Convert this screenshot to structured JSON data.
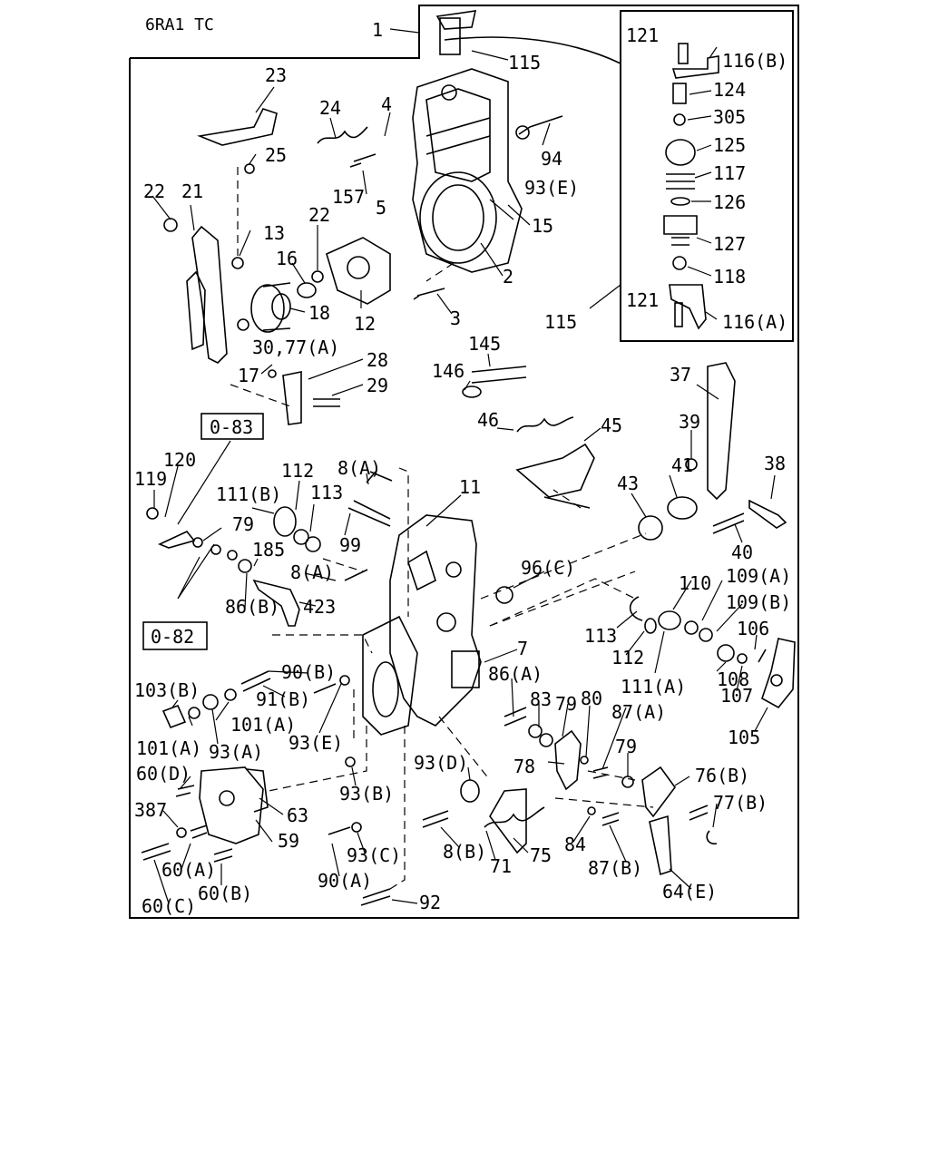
{
  "header": {
    "model": "6RA1 TC"
  },
  "references": [
    {
      "id": "ref-0-83",
      "text": "0-83"
    },
    {
      "id": "ref-0-82",
      "text": "0-82"
    }
  ],
  "callouts": {
    "upper": [
      "1",
      "115",
      "23",
      "24",
      "4",
      "94",
      "25",
      "157",
      "93(E)",
      "22",
      "21",
      "13",
      "5",
      "15",
      "22",
      "16",
      "2",
      "18",
      "12",
      "3",
      "30,77(A)",
      "17",
      "28",
      "29"
    ],
    "inset": [
      "121",
      "116(B)",
      "124",
      "305",
      "125",
      "117",
      "126",
      "127",
      "118",
      "121",
      "116(A)",
      "115"
    ],
    "middle": [
      "145",
      "146",
      "46",
      "45",
      "37",
      "39",
      "38",
      "41",
      "43",
      "40",
      "119",
      "120",
      "112",
      "8(A)",
      "11",
      "111(B)",
      "113",
      "79",
      "185",
      "99",
      "8(A)",
      "96(C)",
      "86(B)",
      "423",
      "110",
      "109(A)",
      "109(B)",
      "106"
    ],
    "lower": [
      "113",
      "112",
      "7",
      "111(A)",
      "108",
      "107",
      "105",
      "103(B)",
      "90(B)",
      "86(A)",
      "91(B)",
      "83",
      "79",
      "101(A)",
      "80",
      "87(A)",
      "101(A)",
      "93(A)",
      "93(E)",
      "79",
      "78",
      "93(D)",
      "60(D)",
      "93(B)",
      "76(B)",
      "387",
      "63",
      "77(B)",
      "59",
      "93(C)",
      "8(B)",
      "84",
      "60(A)",
      "75",
      "87(B)",
      "90(A)",
      "71",
      "60(B)",
      "64(E)",
      "60(C)",
      "92"
    ]
  }
}
